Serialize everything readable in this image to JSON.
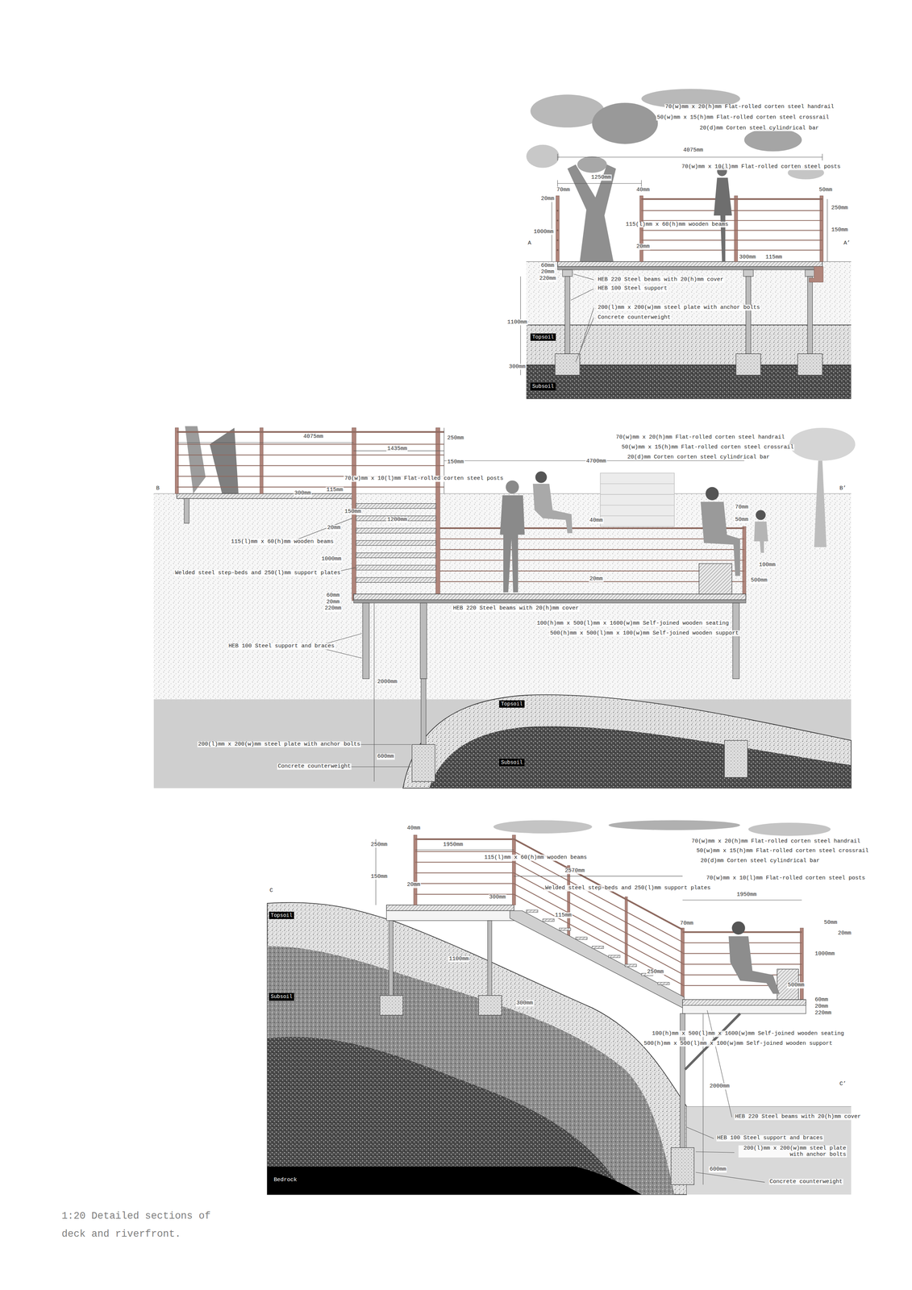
{
  "diagram": {
    "caption": "1:20 Detailed sections of deck and riverfront.",
    "nodes": [
      {
        "text": [
          "Topsoil"
        ]
      },
      {
        "text": [
          "Subsoil"
        ]
      },
      {
        "text": [
          "Topsoil"
        ]
      },
      {
        "text": [
          "Subsoil"
        ]
      },
      {
        "text": [
          "Topsoil"
        ]
      },
      {
        "text": [
          "Subsoil"
        ]
      }
    ],
    "labels": [
      "70(w)mm x 20(h)mm Flat-rolled corten steel handrail",
      "50(w)mm x 15(h)mm Flat-rolled corten steel crossrail",
      "20(d)mm Corten steel cylindrical bar",
      "4075mm",
      "70(w)mm x 10(l)mm Flat-rolled corten steel posts",
      "1250mm",
      "70mm",
      "40mm",
      "20mm",
      "50mm",
      "250mm",
      "150mm",
      "1000mm",
      "115(l)mm x 60(h)mm wooden beams",
      "A",
      "A’",
      "20mm",
      "300mm",
      "115mm",
      "60mm",
      "20mm",
      "220mm",
      "HEB 220 Steel beams with 20(h)mm cover",
      "HEB 100 Steel support",
      "200(l)mm x 200(w)mm steel plate with anchor bolts",
      "Concrete counterweight",
      "1100mm",
      "300mm",
      "4075mm",
      "250mm",
      "1435mm",
      "150mm",
      "4700mm",
      "70(w)mm x 20(h)mm Flat-rolled corten steel handrail",
      "50(w)mm x 15(h)mm Flat-rolled corten steel crossrail",
      "20(d)mm Corten corten steel cylindrical bar",
      "70(w)mm x 10(l)mm Flat-rolled corten steel posts",
      "B",
      "B’",
      "300mm",
      "115mm",
      "150mm",
      "1200mm",
      "40mm",
      "70mm",
      "50mm",
      "20mm",
      "115(l)mm x 60(h)mm wooden beams",
      "1000mm",
      "Welded steel step-beds and 250(l)mm support plates",
      "100mm",
      "500mm",
      "20mm",
      "60mm",
      "20mm",
      "220mm",
      "HEB 220 Steel beams with 20(h)mm cover",
      "100(h)mm x 500(l)mm x 1600(w)mm Self-joined wooden seating",
      "500(h)mm x 500(l)mm x 100(w)mm Self-joined wooden support",
      "HEB 100 Steel support and braces",
      "2000mm",
      "200(l)mm x 200(w)mm steel plate with anchor bolts",
      "600mm",
      "Concrete counterweight",
      "40mm",
      "250mm",
      "1950mm",
      "115(l)mm x 60(h)mm wooden beams",
      "2570mm",
      "150mm",
      "Welded steel step-beds and 250(l)mm support plates",
      "C",
      "20mm",
      "300mm",
      "115mm",
      "70(w)mm x 20(h)mm Flat-rolled corten steel handrail",
      "50(w)mm x 15(h)mm Flat-rolled corten steel crossrail",
      "20(d)mm Corten steel cylindrical bar",
      "70(w)mm x 10(l)mm Flat-rolled corten steel posts",
      "1950mm",
      "70mm",
      "50mm",
      "20mm",
      "1100mm",
      "250mm",
      "1000mm",
      "500mm",
      "60mm",
      "20mm",
      "220mm",
      "300mm",
      "100(h)mm x 500(l)mm x 1600(w)mm Self-joined wooden seating",
      "500(h)mm x 500(l)mm x 100(w)mm Self-joined wooden support",
      "2000mm",
      "C’",
      "HEB 220 Steel beams with 20(h)mm cover",
      "HEB 100 Steel support and braces",
      "200(l)mm x 200(w)mm steel plate with anchor bolts",
      "600mm",
      "Concrete counterweight",
      "Bedrock"
    ]
  }
}
